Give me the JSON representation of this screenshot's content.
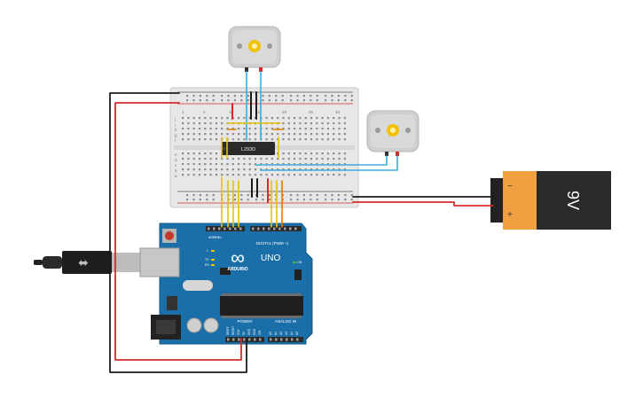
{
  "breadboard": {
    "row_letters_top": [
      "j",
      "i",
      "h",
      "g",
      "f"
    ],
    "row_letters_bottom": [
      "e",
      "d",
      "c",
      "b",
      "a"
    ],
    "column_numbers": [
      "1",
      "5",
      "10",
      "15",
      "20",
      "25",
      "30"
    ]
  },
  "driver_chip": {
    "label": "L293D"
  },
  "battery": {
    "label": "9V",
    "minus": "−",
    "plus": "+"
  },
  "arduino": {
    "brand": "ARDUINO",
    "model": "UNO",
    "logo": "∞",
    "digital_label": "DIGITAL (PWM ~)",
    "power_label": "POWER",
    "analog_label": "ANALOG IN",
    "tx_label": "TX",
    "rx_label": "RX",
    "l_label": "L",
    "on_label": "ON",
    "aref_label": "AREF",
    "gnd_label": "GND",
    "power_pins": [
      "IOREF",
      "RESET",
      "3.3V",
      "5V",
      "GND",
      "GND",
      "VIN"
    ],
    "analog_pins": [
      "A0",
      "A1",
      "A2",
      "A3",
      "A4",
      "A5"
    ]
  },
  "colors": {
    "board_blue": "#1b6fa8",
    "breadboard": "#e9e9e9",
    "wire_red": "#d42a2a",
    "wire_black": "#1c1c1c",
    "wire_yellow": "#e6c200",
    "wire_orange": "#e07b00",
    "wire_cyan": "#3aaed8",
    "battery_orange": "#f0a040"
  }
}
